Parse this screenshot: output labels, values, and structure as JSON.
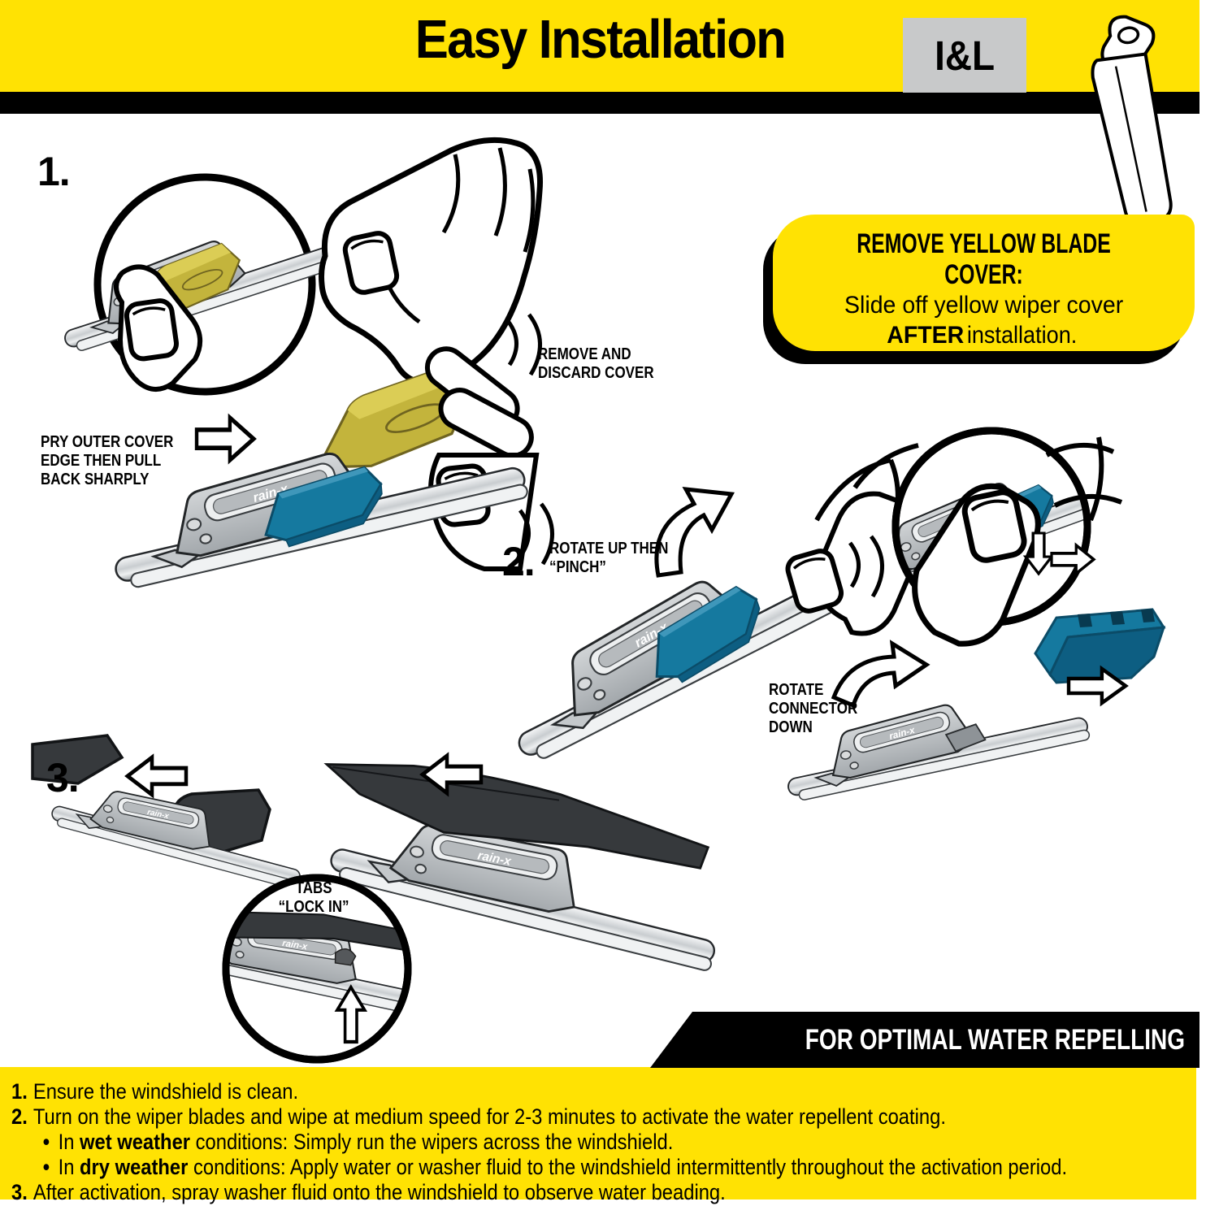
{
  "brand": "rain-x",
  "header": {
    "title": "Easy Installation",
    "badge": "I&L"
  },
  "callout": {
    "title": "REMOVE YELLOW BLADE COVER:",
    "line1": "Slide off yellow wiper cover",
    "line2_bold": "AFTER",
    "line2_rest": " installation."
  },
  "step1": {
    "num": "1.",
    "label_pry": "PRY OUTER COVER\nEDGE THEN PULL\nBACK SHARPLY",
    "label_discard": "REMOVE AND\nDISCARD COVER"
  },
  "step2": {
    "num": "2.",
    "label_rotate_up": "ROTATE UP THEN\n“PINCH”",
    "label_rotate_down": "ROTATE\nCONNECTOR\nDOWN"
  },
  "step3": {
    "num": "3.",
    "label_tabs": "TABS\n“LOCK IN”"
  },
  "results": {
    "banner": "FOR OPTIMAL WATER REPELLING RESULTS:",
    "bullet": "•",
    "item1_num": "1.",
    "item1_text": "Ensure the windshield is clean.",
    "item2_num": "2.",
    "item2_text": "Turn on the wiper blades and wipe at medium speed for 2-3 minutes to activate the water repellent coating.",
    "bullet1_pre": "In ",
    "bullet1_bold": "wet weather",
    "bullet1_post": " conditions: Simply run the wipers across the windshield.",
    "bullet2_pre": "In ",
    "bullet2_bold": "dry weather",
    "bullet2_post": " conditions: Apply water or washer fluid to the windshield intermittently throughout the activation period.",
    "item3_num": "3.",
    "item3_text": "After activation, spray washer fluid onto the windshield to observe water beading."
  },
  "colors": {
    "yellow": "#FFE203",
    "teal": "#15799F",
    "teal_dark": "#0D5E82",
    "cover_olive": "#C3B43C",
    "badge_gray": "#C8C9CA",
    "arm_dark": "#36393C",
    "ink": "#000000"
  }
}
